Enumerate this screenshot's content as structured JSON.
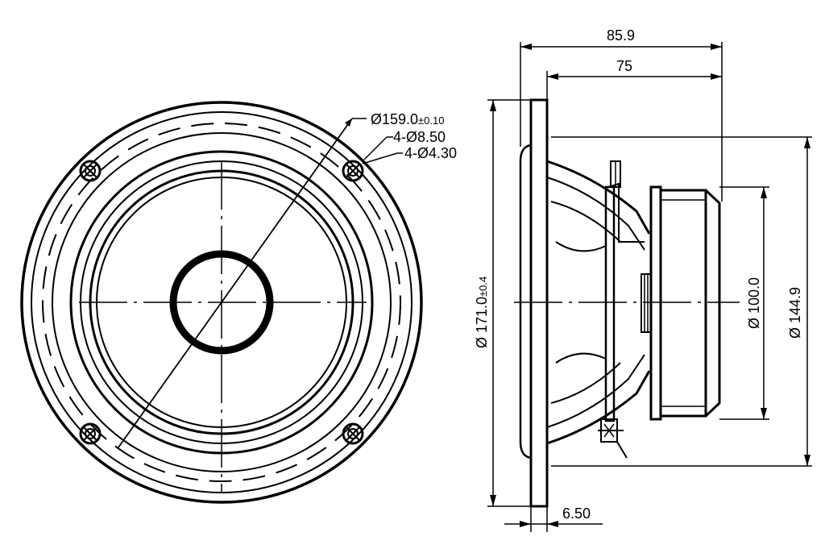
{
  "front_view": {
    "mount_circle_label": "Ø159.0",
    "mount_circle_tolerance": "±0.10",
    "mount_holes_label": "4-Ø8.50",
    "inner_holes_label": "4-Ø4.30"
  },
  "side_view": {
    "overall_depth_label": "85.9",
    "depth_from_flange_label": "75",
    "outer_diameter_label": "Ø 171.0",
    "outer_diameter_tolerance": "±0.4",
    "magnet_diameter_label": "Ø 100.0",
    "frame_diameter_label": "Ø 144.9",
    "flange_thickness_label": "6.50"
  }
}
